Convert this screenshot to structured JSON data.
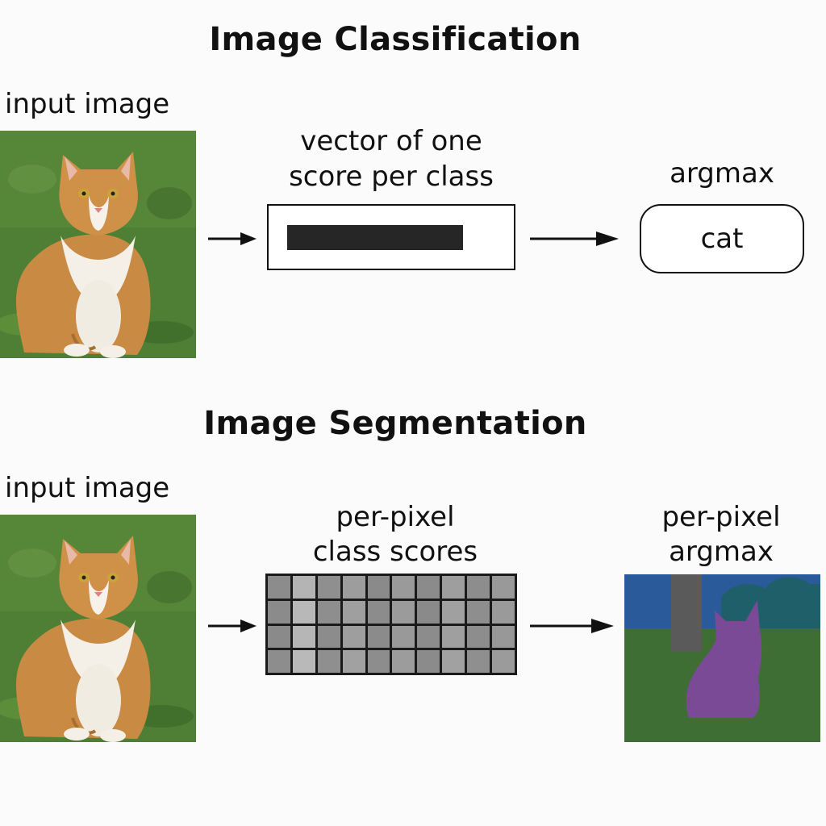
{
  "classification": {
    "title": "Image Classification",
    "input_label": "input image",
    "vector_label_line1": "vector of one",
    "vector_label_line2": "score per class",
    "argmax_label": "argmax",
    "result": "cat"
  },
  "segmentation": {
    "title": "Image Segmentation",
    "input_label": "input image",
    "scores_label_line1": "per-pixel",
    "scores_label_line2": "class scores",
    "argmax_label_line1": "per-pixel",
    "argmax_label_line2": "argmax",
    "score_grid": {
      "rows": 4,
      "cols": 10,
      "shades": [
        "#8c8c8c",
        "#b4b4b4",
        "#8f8f8f",
        "#9d9d9d",
        "#8a8a8a",
        "#9a9a9a",
        "#8b8b8b",
        "#9e9e9e",
        "#8d8d8d",
        "#999999",
        "#8b8b8b",
        "#b8b8b8",
        "#8e8e8e",
        "#9f9f9f",
        "#8c8c8c",
        "#9b9b9b",
        "#8a8a8a",
        "#a0a0a0",
        "#8e8e8e",
        "#9a9a9a",
        "#8a8a8a",
        "#b6b6b6",
        "#8c8c8c",
        "#9e9e9e",
        "#8b8b8b",
        "#999999",
        "#8c8c8c",
        "#9f9f9f",
        "#8d8d8d",
        "#989898",
        "#8d8d8d",
        "#b9b9b9",
        "#8f8f8f",
        "#a1a1a1",
        "#8d8d8d",
        "#9c9c9c",
        "#8b8b8b",
        "#a1a1a1",
        "#8f8f8f",
        "#9b9b9b"
      ]
    },
    "seg_colors": {
      "sky": "#2a5a9a",
      "grass": "#3f6e35",
      "trunk": "#5a5a5a",
      "foliage": "#1f5f6a",
      "cat": "#7a4a96"
    }
  },
  "colors": {
    "grass": "#4e7f34",
    "cat_fur": "#c98a44",
    "cat_white": "#f4f0e8"
  }
}
